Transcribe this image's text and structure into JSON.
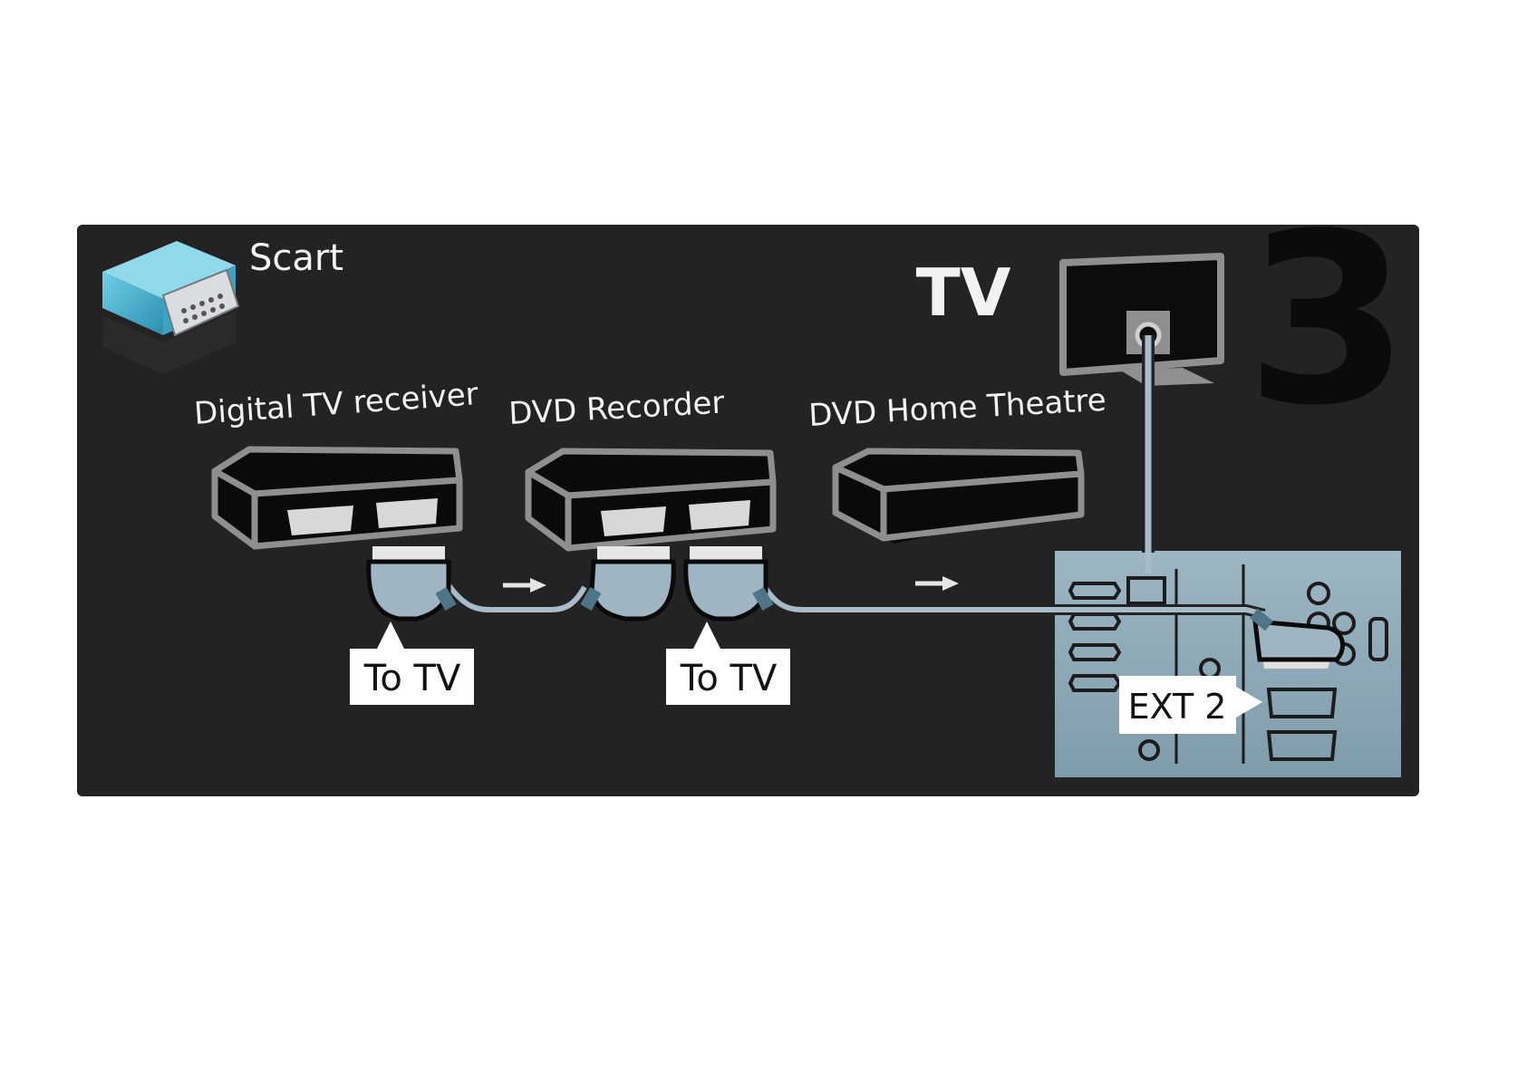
{
  "step_number": "3",
  "cable": {
    "label": "Scart",
    "icon": "scart-plug-icon"
  },
  "tv": {
    "label": "TV",
    "input_port": "EXT 2"
  },
  "devices": [
    {
      "label": "Digital TV receiver",
      "connector_label": "To TV"
    },
    {
      "label": "DVD Recorder",
      "connector_label": "To TV"
    },
    {
      "label": "DVD  Home Theatre"
    }
  ],
  "colors": {
    "panel": "#232323",
    "device_body": "#0a0a0a",
    "device_outline": "#8f8f8f",
    "cable": "#a6bcc8",
    "tv_back_panel": "#95aebb",
    "label_box": "#ffffff"
  }
}
